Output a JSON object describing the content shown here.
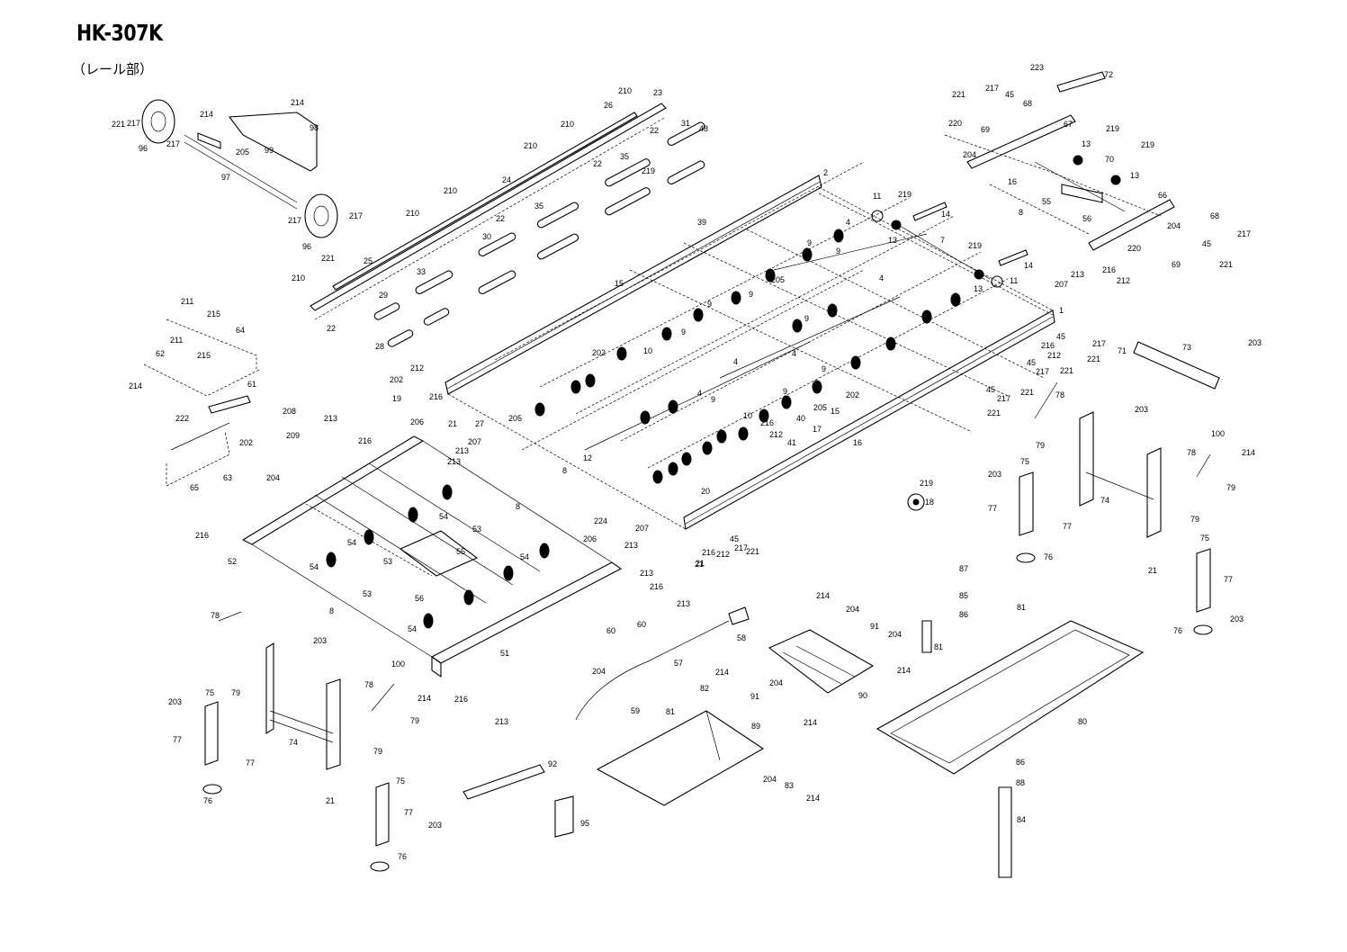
{
  "header": {
    "title": "HK-307K",
    "subtitle": "（レール部）"
  },
  "callouts": [
    {
      "id": "c1",
      "text": "210"
    },
    {
      "id": "c2",
      "text": "23"
    },
    {
      "id": "c3",
      "text": "26"
    },
    {
      "id": "c4",
      "text": "22"
    },
    {
      "id": "c5",
      "text": "210"
    },
    {
      "id": "c6",
      "text": "210"
    },
    {
      "id": "c7",
      "text": "22"
    },
    {
      "id": "c8",
      "text": "24"
    },
    {
      "id": "c9",
      "text": "210"
    },
    {
      "id": "c10",
      "text": "22"
    },
    {
      "id": "c11",
      "text": "210"
    },
    {
      "id": "c12",
      "text": "25"
    },
    {
      "id": "c13",
      "text": "210"
    },
    {
      "id": "c14",
      "text": "22"
    },
    {
      "id": "c15",
      "text": "30"
    },
    {
      "id": "c16",
      "text": "33"
    },
    {
      "id": "c17",
      "text": "29"
    },
    {
      "id": "c18",
      "text": "28"
    },
    {
      "id": "c19",
      "text": "35"
    },
    {
      "id": "c20",
      "text": "35"
    },
    {
      "id": "c21",
      "text": "31"
    },
    {
      "id": "c22",
      "text": "219"
    },
    {
      "id": "c23",
      "text": "48"
    },
    {
      "id": "c24",
      "text": "2"
    },
    {
      "id": "c25",
      "text": "1"
    },
    {
      "id": "c26",
      "text": "202"
    },
    {
      "id": "c27",
      "text": "19"
    },
    {
      "id": "c28",
      "text": "216"
    },
    {
      "id": "c29",
      "text": "212"
    },
    {
      "id": "c30",
      "text": "21"
    },
    {
      "id": "c31",
      "text": "27"
    },
    {
      "id": "c32",
      "text": "205"
    },
    {
      "id": "c33",
      "text": "214"
    },
    {
      "id": "c34",
      "text": "214"
    },
    {
      "id": "c35",
      "text": "98"
    },
    {
      "id": "c36",
      "text": "99"
    },
    {
      "id": "c37",
      "text": "205"
    },
    {
      "id": "c38",
      "text": "97"
    },
    {
      "id": "c39",
      "text": "221"
    },
    {
      "id": "c40",
      "text": "217"
    },
    {
      "id": "c41",
      "text": "96"
    },
    {
      "id": "c42",
      "text": "217"
    },
    {
      "id": "c43",
      "text": "217"
    },
    {
      "id": "c44",
      "text": "217"
    },
    {
      "id": "c45",
      "text": "96"
    },
    {
      "id": "c46",
      "text": "221"
    },
    {
      "id": "c47",
      "text": "211"
    },
    {
      "id": "c48",
      "text": "211"
    },
    {
      "id": "c49",
      "text": "215"
    },
    {
      "id": "c50",
      "text": "215"
    },
    {
      "id": "c51",
      "text": "64"
    },
    {
      "id": "c52",
      "text": "62"
    },
    {
      "id": "c53",
      "text": "214"
    },
    {
      "id": "c54",
      "text": "61"
    },
    {
      "id": "c55",
      "text": "208"
    },
    {
      "id": "c56",
      "text": "209"
    },
    {
      "id": "c57",
      "text": "202"
    },
    {
      "id": "c58",
      "text": "222"
    },
    {
      "id": "c59",
      "text": "65"
    },
    {
      "id": "c60",
      "text": "63"
    },
    {
      "id": "c61",
      "text": "204"
    },
    {
      "id": "c62",
      "text": "213"
    },
    {
      "id": "c63",
      "text": "216"
    },
    {
      "id": "c64",
      "text": "206"
    },
    {
      "id": "c65",
      "text": "207"
    },
    {
      "id": "c66",
      "text": "213"
    },
    {
      "id": "c67",
      "text": "213"
    },
    {
      "id": "c68",
      "text": "216"
    },
    {
      "id": "c69",
      "text": "52"
    },
    {
      "id": "c70",
      "text": "54"
    },
    {
      "id": "c71",
      "text": "54"
    },
    {
      "id": "c72",
      "text": "54"
    },
    {
      "id": "c73",
      "text": "53"
    },
    {
      "id": "c74",
      "text": "55"
    },
    {
      "id": "c75",
      "text": "53"
    },
    {
      "id": "c76",
      "text": "53"
    },
    {
      "id": "c77",
      "text": "54"
    },
    {
      "id": "c78",
      "text": "54"
    },
    {
      "id": "c79",
      "text": "56"
    },
    {
      "id": "c80",
      "text": "8"
    },
    {
      "id": "c81",
      "text": "8"
    },
    {
      "id": "c82",
      "text": "51"
    },
    {
      "id": "c83",
      "text": "216"
    },
    {
      "id": "c84",
      "text": "213"
    },
    {
      "id": "c85",
      "text": "224"
    },
    {
      "id": "c86",
      "text": "206"
    },
    {
      "id": "c87",
      "text": "207"
    },
    {
      "id": "c88",
      "text": "213"
    },
    {
      "id": "c89",
      "text": "213"
    },
    {
      "id": "c90",
      "text": "216"
    },
    {
      "id": "c91",
      "text": "213"
    },
    {
      "id": "c92",
      "text": "60"
    },
    {
      "id": "c93",
      "text": "60"
    },
    {
      "id": "c94",
      "text": "58"
    },
    {
      "id": "c95",
      "text": "57"
    },
    {
      "id": "c96",
      "text": "204"
    },
    {
      "id": "c97",
      "text": "59"
    },
    {
      "id": "c98",
      "text": "78"
    },
    {
      "id": "c99",
      "text": "203"
    },
    {
      "id": "c100",
      "text": "79"
    },
    {
      "id": "c101",
      "text": "100"
    },
    {
      "id": "c102",
      "text": "78"
    },
    {
      "id": "c103",
      "text": "214"
    },
    {
      "id": "c104",
      "text": "79"
    },
    {
      "id": "c105",
      "text": "79"
    },
    {
      "id": "c106",
      "text": "203"
    },
    {
      "id": "c107",
      "text": "75"
    },
    {
      "id": "c108",
      "text": "77"
    },
    {
      "id": "c109",
      "text": "77"
    },
    {
      "id": "c110",
      "text": "74"
    },
    {
      "id": "c111",
      "text": "76"
    },
    {
      "id": "c112",
      "text": "21"
    },
    {
      "id": "c113",
      "text": "75"
    },
    {
      "id": "c114",
      "text": "77"
    },
    {
      "id": "c115",
      "text": "203"
    },
    {
      "id": "c116",
      "text": "76"
    },
    {
      "id": "c117",
      "text": "92"
    },
    {
      "id": "c118",
      "text": "95"
    },
    {
      "id": "c119",
      "text": "89"
    },
    {
      "id": "c120",
      "text": "82"
    },
    {
      "id": "c121",
      "text": "81"
    },
    {
      "id": "c122",
      "text": "204"
    },
    {
      "id": "c123",
      "text": "83"
    },
    {
      "id": "c124",
      "text": "214"
    },
    {
      "id": "c125",
      "text": "214"
    },
    {
      "id": "c126",
      "text": "204"
    },
    {
      "id": "c127",
      "text": "91"
    },
    {
      "id": "c128",
      "text": "204"
    },
    {
      "id": "c129",
      "text": "214"
    },
    {
      "id": "c130",
      "text": "214"
    },
    {
      "id": "c131",
      "text": "204"
    },
    {
      "id": "c132",
      "text": "91"
    },
    {
      "id": "c133",
      "text": "214"
    },
    {
      "id": "c134",
      "text": "90"
    },
    {
      "id": "c135",
      "text": "87"
    },
    {
      "id": "c136",
      "text": "85"
    },
    {
      "id": "c137",
      "text": "86"
    },
    {
      "id": "c138",
      "text": "81"
    },
    {
      "id": "c139",
      "text": "81"
    },
    {
      "id": "c140",
      "text": "80"
    },
    {
      "id": "c141",
      "text": "86"
    },
    {
      "id": "c142",
      "text": "88"
    },
    {
      "id": "c143",
      "text": "84"
    },
    {
      "id": "c144",
      "text": "223"
    },
    {
      "id": "c145",
      "text": "72"
    },
    {
      "id": "c146",
      "text": "221"
    },
    {
      "id": "c147",
      "text": "217"
    },
    {
      "id": "c148",
      "text": "45"
    },
    {
      "id": "c149",
      "text": "68"
    },
    {
      "id": "c150",
      "text": "220"
    },
    {
      "id": "c151",
      "text": "69"
    },
    {
      "id": "c152",
      "text": "67"
    },
    {
      "id": "c153",
      "text": "204"
    },
    {
      "id": "c154",
      "text": "219"
    },
    {
      "id": "c155",
      "text": "219"
    },
    {
      "id": "c156",
      "text": "13"
    },
    {
      "id": "c157",
      "text": "70"
    },
    {
      "id": "c158",
      "text": "13"
    },
    {
      "id": "c159",
      "text": "16"
    },
    {
      "id": "c160",
      "text": "55"
    },
    {
      "id": "c161",
      "text": "8"
    },
    {
      "id": "c162",
      "text": "56"
    },
    {
      "id": "c163",
      "text": "66"
    },
    {
      "id": "c164",
      "text": "68"
    },
    {
      "id": "c165",
      "text": "204"
    },
    {
      "id": "c166",
      "text": "220"
    },
    {
      "id": "c167",
      "text": "45"
    },
    {
      "id": "c168",
      "text": "217"
    },
    {
      "id": "c169",
      "text": "69"
    },
    {
      "id": "c170",
      "text": "221"
    },
    {
      "id": "c171",
      "text": "216"
    },
    {
      "id": "c172",
      "text": "212"
    },
    {
      "id": "c173",
      "text": "213"
    },
    {
      "id": "c174",
      "text": "207"
    },
    {
      "id": "c175",
      "text": "11"
    },
    {
      "id": "c176",
      "text": "219"
    },
    {
      "id": "c177",
      "text": "14"
    },
    {
      "id": "c178",
      "text": "13"
    },
    {
      "id": "c179",
      "text": "7"
    },
    {
      "id": "c180",
      "text": "219"
    },
    {
      "id": "c181",
      "text": "14"
    },
    {
      "id": "c182",
      "text": "11"
    },
    {
      "id": "c183",
      "text": "13"
    },
    {
      "id": "c184",
      "text": "71"
    },
    {
      "id": "c185",
      "text": "73"
    },
    {
      "id": "c186",
      "text": "203"
    },
    {
      "id": "c187",
      "text": "78"
    },
    {
      "id": "c188",
      "text": "203"
    },
    {
      "id": "c189",
      "text": "79"
    },
    {
      "id": "c190",
      "text": "100"
    },
    {
      "id": "c191",
      "text": "214"
    },
    {
      "id": "c192",
      "text": "78"
    },
    {
      "id": "c193",
      "text": "79"
    },
    {
      "id": "c194",
      "text": "203"
    },
    {
      "id": "c195",
      "text": "75"
    },
    {
      "id": "c196",
      "text": "77"
    },
    {
      "id": "c197",
      "text": "77"
    },
    {
      "id": "c198",
      "text": "74"
    },
    {
      "id": "c199",
      "text": "79"
    },
    {
      "id": "c200",
      "text": "76"
    },
    {
      "id": "c201",
      "text": "21"
    },
    {
      "id": "c202",
      "text": "75"
    },
    {
      "id": "c203",
      "text": "77"
    },
    {
      "id": "c204",
      "text": "203"
    },
    {
      "id": "c205",
      "text": "76"
    },
    {
      "id": "c206",
      "text": "18"
    },
    {
      "id": "c207",
      "text": "219"
    },
    {
      "id": "c208",
      "text": "15"
    },
    {
      "id": "c209",
      "text": "205"
    },
    {
      "id": "c210",
      "text": "202"
    },
    {
      "id": "c211",
      "text": "17"
    },
    {
      "id": "c212",
      "text": "216"
    },
    {
      "id": "c213",
      "text": "212"
    },
    {
      "id": "c214",
      "text": "21"
    },
    {
      "id": "c215",
      "text": "20"
    },
    {
      "id": "c216",
      "text": "8"
    },
    {
      "id": "c217",
      "text": "4"
    },
    {
      "id": "c218",
      "text": "4"
    },
    {
      "id": "c219",
      "text": "4"
    },
    {
      "id": "c220",
      "text": "4"
    },
    {
      "id": "c221",
      "text": "4"
    },
    {
      "id": "c222",
      "text": "9"
    },
    {
      "id": "c223",
      "text": "9"
    },
    {
      "id": "c224",
      "text": "9"
    },
    {
      "id": "c225",
      "text": "9"
    },
    {
      "id": "c226",
      "text": "9"
    },
    {
      "id": "c227",
      "text": "9"
    },
    {
      "id": "c228",
      "text": "9"
    },
    {
      "id": "c229",
      "text": "9"
    },
    {
      "id": "c230",
      "text": "9"
    },
    {
      "id": "c231",
      "text": "9"
    },
    {
      "id": "c232",
      "text": "12"
    },
    {
      "id": "c233",
      "text": "10"
    },
    {
      "id": "c234",
      "text": "10"
    },
    {
      "id": "c235",
      "text": "39"
    },
    {
      "id": "c236",
      "text": "15"
    },
    {
      "id": "c237",
      "text": "202"
    },
    {
      "id": "c238",
      "text": "205"
    },
    {
      "id": "c239",
      "text": "40"
    },
    {
      "id": "c240",
      "text": "41"
    },
    {
      "id": "c241",
      "text": "16"
    },
    {
      "id": "c242",
      "text": "45"
    },
    {
      "id": "c243",
      "text": "217"
    },
    {
      "id": "c244",
      "text": "221"
    },
    {
      "id": "c245",
      "text": "216"
    },
    {
      "id": "c246",
      "text": "212"
    },
    {
      "id": "c247",
      "text": "221"
    },
    {
      "id": "c248",
      "text": "45"
    },
    {
      "id": "c249",
      "text": "217"
    },
    {
      "id": "c250",
      "text": "221"
    },
    {
      "id": "c251",
      "text": "45"
    },
    {
      "id": "c252",
      "text": "217"
    },
    {
      "id": "c253",
      "text": "221"
    },
    {
      "id": "c254",
      "text": "21"
    },
    {
      "id": "c255",
      "text": "216"
    },
    {
      "id": "c256",
      "text": "212"
    },
    {
      "id": "c257",
      "text": "45"
    },
    {
      "id": "c258",
      "text": "217"
    },
    {
      "id": "c259",
      "text": "221"
    }
  ]
}
